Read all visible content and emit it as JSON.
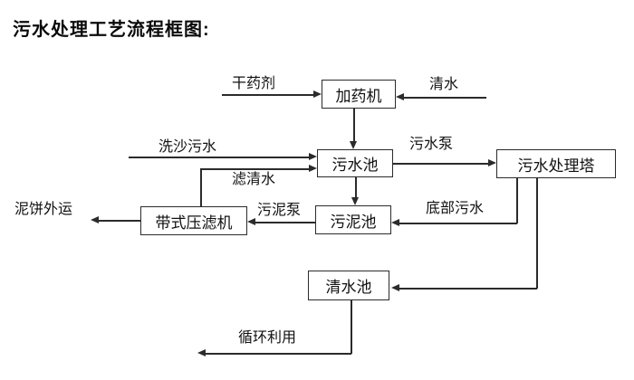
{
  "title": "污水处理工艺流程框图:",
  "diagram": {
    "type": "flowchart",
    "nodes": {
      "dosing_machine": {
        "label": "加药机"
      },
      "sewage_pool": {
        "label": "污水池"
      },
      "sewage_treatment_tower": {
        "label": "污水处理塔"
      },
      "sludge_pool": {
        "label": "污泥池"
      },
      "belt_filter_press": {
        "label": "带式压滤机"
      },
      "clean_water_pool": {
        "label": "清水池"
      }
    },
    "edges": [
      {
        "label": "干药剂",
        "from": "external-input",
        "to": "dosing_machine"
      },
      {
        "label": "清水",
        "from": "external-input",
        "to": "dosing_machine"
      },
      {
        "label": "",
        "from": "dosing_machine",
        "to": "sewage_pool"
      },
      {
        "label": "洗沙污水",
        "from": "external-input",
        "to": "sewage_pool"
      },
      {
        "label": "滤清水",
        "from": "belt_filter_press",
        "to": "sewage_pool"
      },
      {
        "label": "污水泵",
        "from": "sewage_pool",
        "to": "sewage_treatment_tower"
      },
      {
        "label": "",
        "from": "sewage_pool",
        "to": "sludge_pool"
      },
      {
        "label": "底部污水",
        "from": "sewage_treatment_tower",
        "to": "sludge_pool"
      },
      {
        "label": "污泥泵",
        "from": "sludge_pool",
        "to": "belt_filter_press"
      },
      {
        "label": "泥饼外运",
        "from": "belt_filter_press",
        "to": "external-output"
      },
      {
        "label": "",
        "from": "sewage_treatment_tower",
        "to": "clean_water_pool"
      },
      {
        "label": "循环利用",
        "from": "clean_water_pool",
        "to": "external-output"
      }
    ],
    "colors": {
      "line": "#2b2b2b",
      "text": "#111111",
      "background": "#ffffff"
    }
  }
}
